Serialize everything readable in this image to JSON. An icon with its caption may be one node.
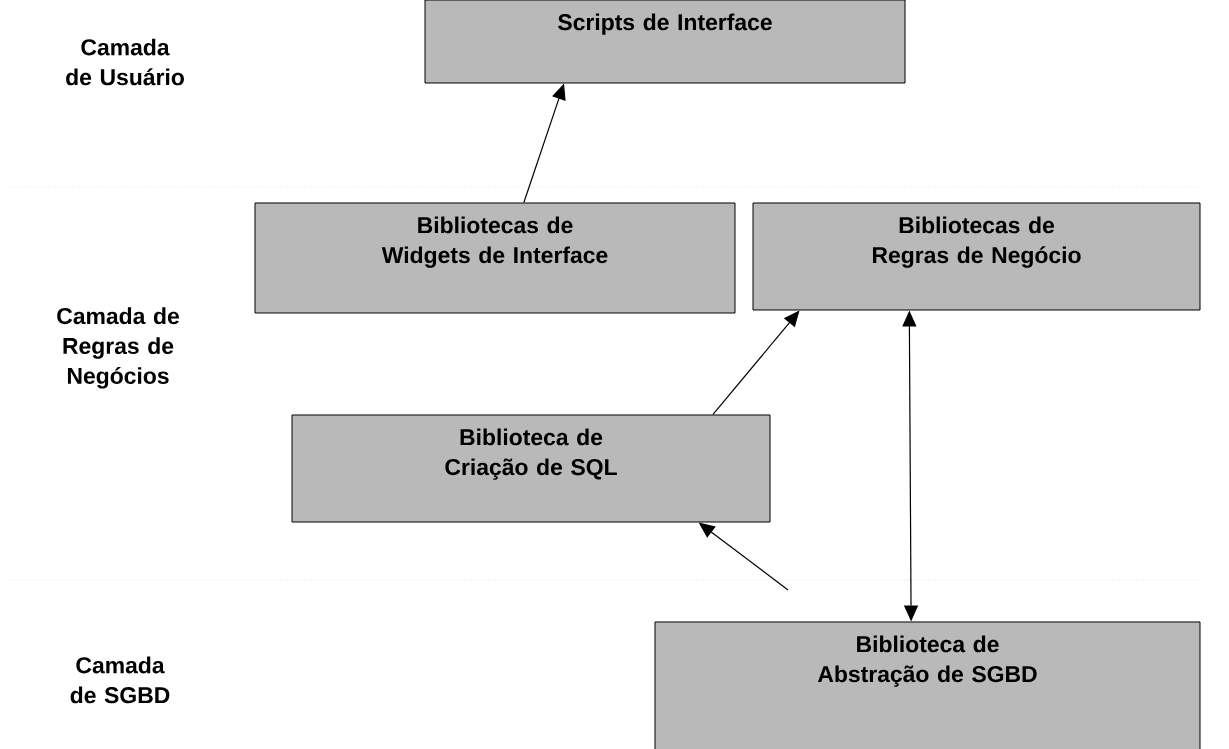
{
  "diagram": {
    "nodes": [
      {
        "text": [
          "Scripts de Interface"
        ]
      },
      {
        "text": [
          "Bibliotecas de Widgets de Interface"
        ]
      },
      {
        "text": [
          "Bibliotecas de Regras de Negócio"
        ]
      },
      {
        "text": [
          "Biblioteca de Criação de SQL"
        ]
      },
      {
        "text": [
          "Biblioteca de Abstração de SGBD"
        ]
      }
    ],
    "edges": [
      {
        "from": 1,
        "to": 0,
        "arrow": "to"
      },
      {
        "from": 3,
        "to": 2,
        "arrow": "to"
      },
      {
        "from": null,
        "to": 3,
        "arrow": "to"
      },
      {
        "from": 2,
        "to": 4,
        "arrow": "both"
      }
    ],
    "labels": [
      "Camada de Usuário",
      "Camada de Regras de Negócios",
      "Camada de SGBD"
    ]
  }
}
